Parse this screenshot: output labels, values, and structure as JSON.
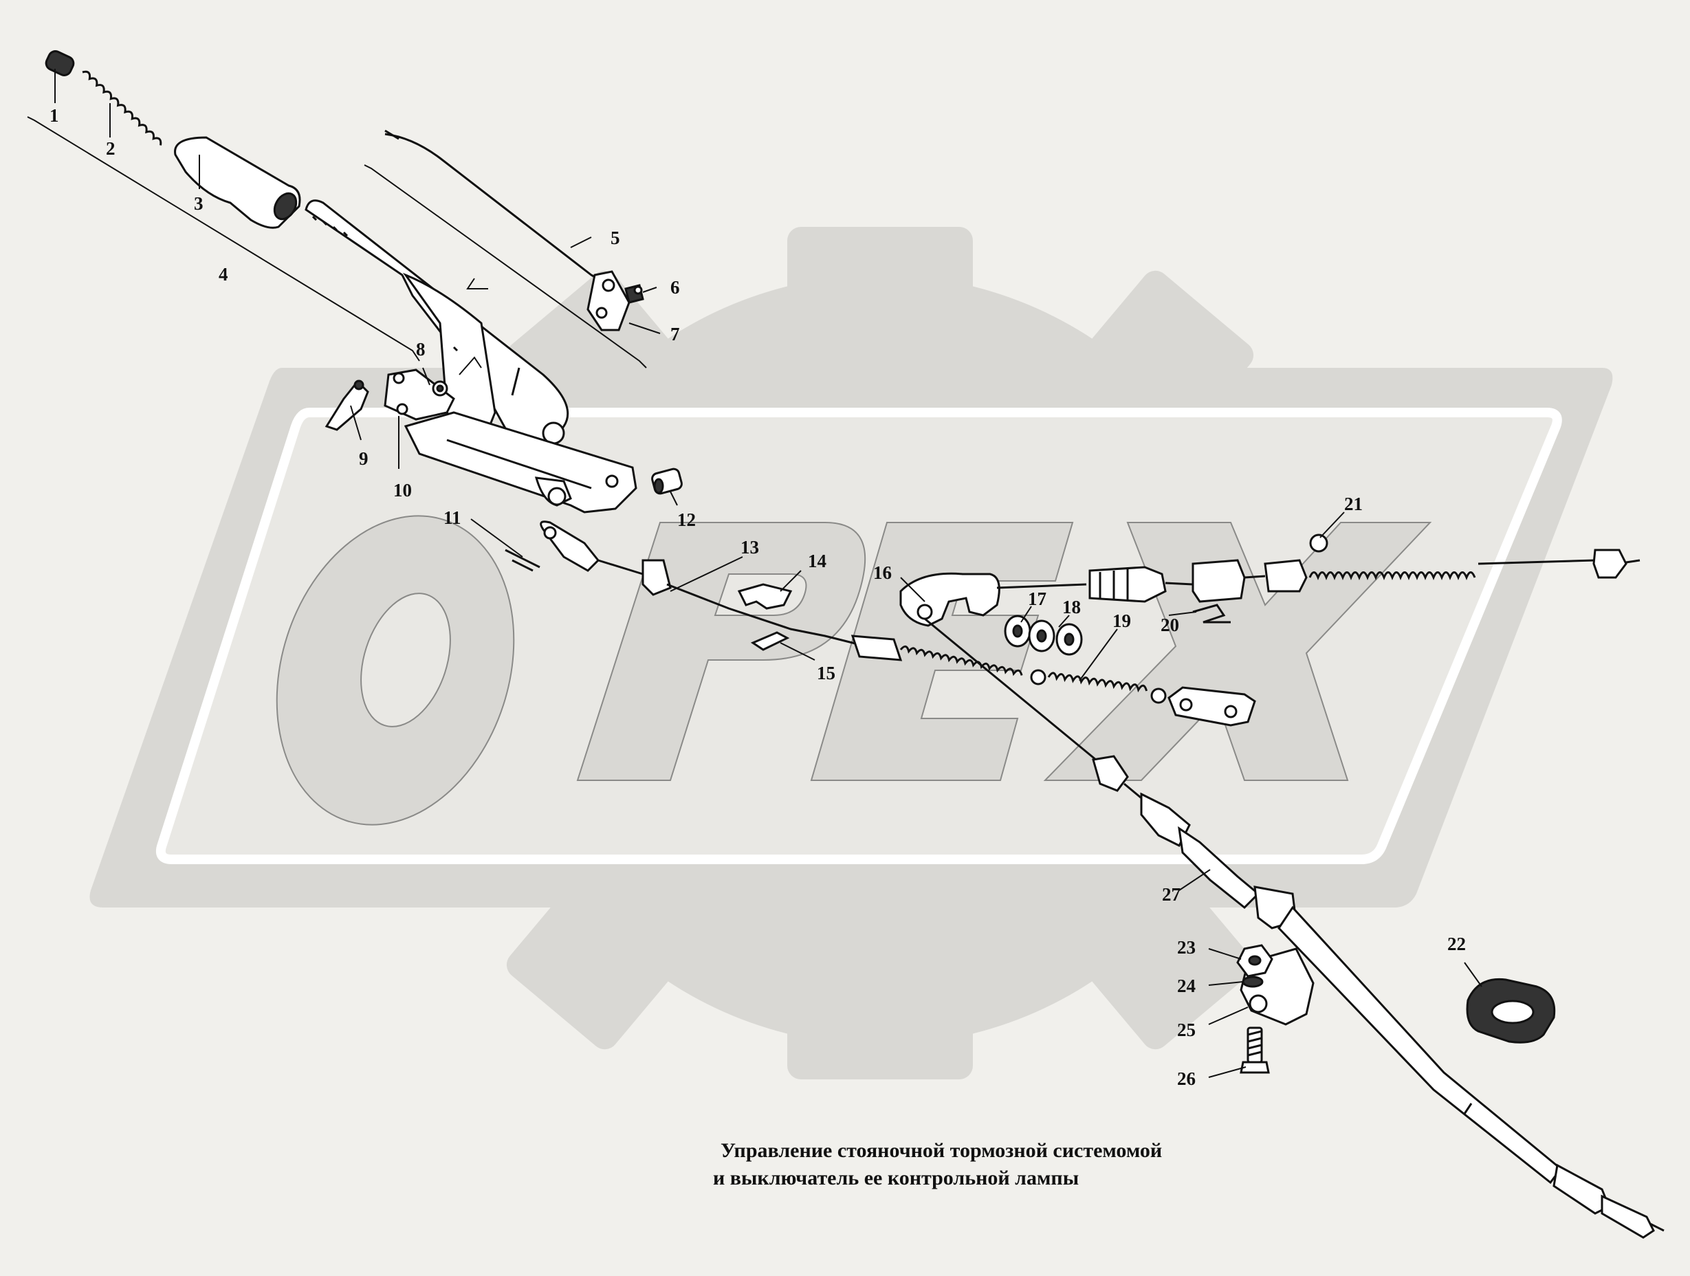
{
  "caption": {
    "line1": "Управление стояночной тормозной системомой",
    "line2": "и выключатель ее контрольной лампы"
  },
  "watermark": {
    "text": "ОРЕХ",
    "color": "#d9d8d4"
  },
  "callouts": [
    {
      "id": "1",
      "label": "1"
    },
    {
      "id": "2",
      "label": "2"
    },
    {
      "id": "3",
      "label": "3"
    },
    {
      "id": "4",
      "label": "4"
    },
    {
      "id": "5",
      "label": "5"
    },
    {
      "id": "6",
      "label": "6"
    },
    {
      "id": "7",
      "label": "7"
    },
    {
      "id": "8",
      "label": "8"
    },
    {
      "id": "9",
      "label": "9"
    },
    {
      "id": "10",
      "label": "10"
    },
    {
      "id": "11",
      "label": "11"
    },
    {
      "id": "12",
      "label": "12"
    },
    {
      "id": "13",
      "label": "13"
    },
    {
      "id": "14",
      "label": "14"
    },
    {
      "id": "15",
      "label": "15"
    },
    {
      "id": "16",
      "label": "16"
    },
    {
      "id": "17",
      "label": "17"
    },
    {
      "id": "18",
      "label": "18"
    },
    {
      "id": "19",
      "label": "19"
    },
    {
      "id": "20",
      "label": "20"
    },
    {
      "id": "21",
      "label": "21"
    },
    {
      "id": "22",
      "label": "22"
    },
    {
      "id": "23",
      "label": "23"
    },
    {
      "id": "24",
      "label": "24"
    },
    {
      "id": "25",
      "label": "25"
    },
    {
      "id": "26",
      "label": "26"
    },
    {
      "id": "27",
      "label": "27"
    }
  ]
}
